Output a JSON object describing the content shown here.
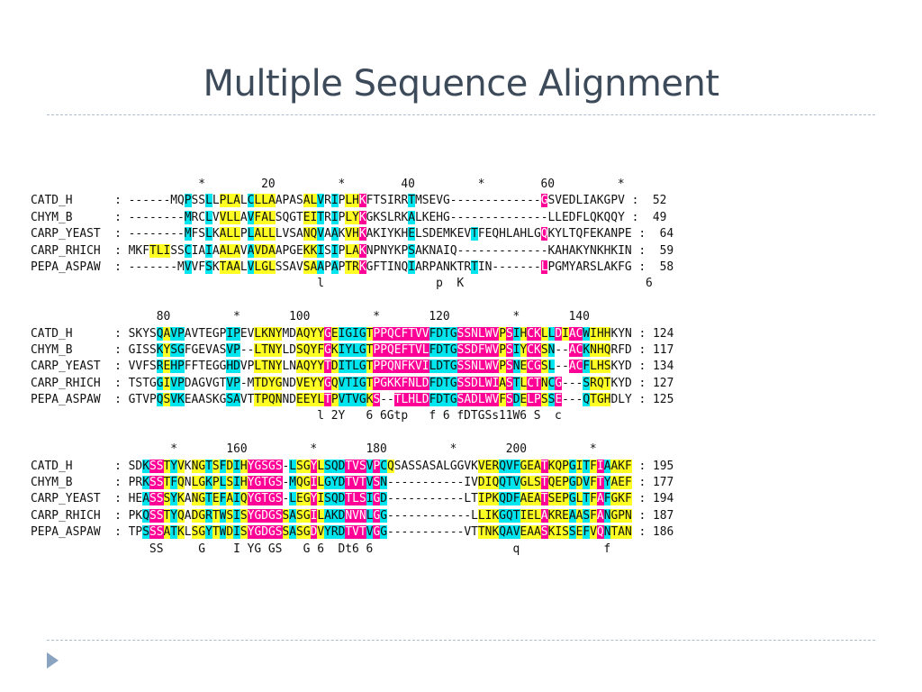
{
  "slide": {
    "title": "Multiple Sequence Alignment"
  },
  "colors": {
    "magenta": "#ff0096",
    "cyan": "#00e5ee",
    "yellow": "#ffff24"
  },
  "blocks": [
    {
      "ruler": "                        *        20         *        40         *        60         *",
      "rows": [
        {
          "label": "CATD_H     ",
          "sep": " : ",
          "seq": "------MQPSSLLPLALCLLAAPASALVRIPLHKFTSIRRTMSEVG-------------GSVEDLIAKGPV",
          "end": " :  52"
        },
        {
          "label": "CHYM_B     ",
          "sep": " : ",
          "seq": "--------MRCLVVLLAVFALSQGTEITRIPLYKGKSLRKALKEHG--------------LLEDFLQKQQY",
          "end": " :  49"
        },
        {
          "label": "CARP_YEAST ",
          "sep": " : ",
          "seq": "--------MFSLKALLPLALLLVSANQVAAKVHKAKIYKHELSDEMKEVTFEQHLAHLGQKYLTQFEKANPE",
          "end": " :  64"
        },
        {
          "label": "CARP_RHICH ",
          "sep": " : ",
          "seq": "MKFTLISSCIAIAALAVAVDAAPGEKKISIPLAKNPNYKPSAKNAIQ-------------KAHAKYNKHKIN",
          "end": " :  59"
        },
        {
          "label": "PEPA_ASPAW ",
          "sep": " : ",
          "seq": "-------MVVFSKTAALVLGLSSAVSAAPAPTRKGFTINQIARPANKTRTIN-------LPGMYARSLAKFG",
          "end": " :  58"
        }
      ],
      "consensus": "                                         l                p  K                          6"
    },
    {
      "ruler": "                  80         *       100         *       120         *       140",
      "rows": [
        {
          "label": "CATD_H     ",
          "sep": " : ",
          "seq": "SKYSQAVPAVTEGPIPEVLKNYMDAQYYGEIGIGTPPQCFTVVFDTGSSNLWVPSIHCKLLDIACWIHHKYN",
          "end": " : 124"
        },
        {
          "label": "CHYM_B     ",
          "sep": " : ",
          "seq": "GISSKYSGFGEVASVP--LTNYLDSQYFGKIYLGTPPQEFTVLFDTGSSDFWVPSIYCKSN--ACKNHQRFD",
          "end": " : 117"
        },
        {
          "label": "CARP_YEAST ",
          "sep": " : ",
          "seq": "VVFSREHPFFTEGGHDVPLTNYLNAQYYTDITLGTPPQNFKVILDTGSSNLWVPSNECGSL--ACFLHSKYD",
          "end": " : 134"
        },
        {
          "label": "CARP_RHICH ",
          "sep": " : ",
          "seq": "TSTGGIVPDAGVGTVP-MTDYGNDVEYYGQVTIGTPGKKFNLDFDTGSSDLWIASTLCTNCG---SRQTKYD",
          "end": " : 127"
        },
        {
          "label": "PEPA_ASPAW ",
          "sep": " : ",
          "seq": "GTVPQSVKEAASKGSAVTTPQNNDEEYLTPVTVGKS--TLHLDFDTGSADLWVFSDELPSSE---QTGHDLY",
          "end": " : 125"
        }
      ],
      "consensus": "                                         l 2Y   6 6Gtp   f 6 fDTGSs11W6 S  c"
    },
    {
      "ruler": "                    *       160         *       180         *       200         *",
      "rows": [
        {
          "label": "CATD_H     ",
          "sep": " : ",
          "seq": "SDKSSTYVKNGTSFDIHYGSGS-LSGYLSQDTVSVPCQSASSASALGGVKVERQVFGEATKQPGITFIAAKF",
          "end": " : 195"
        },
        {
          "label": "CHYM_B     ",
          "sep": " : ",
          "seq": "PRKSSTFQNLGKPLSIHYGTGS-MQGILGYDTVTVSN-----------IVDIQQTVGLSTQEPGDVFTYAEF",
          "end": " : 177"
        },
        {
          "label": "CARP_YEAST ",
          "sep": " : ",
          "seq": "HEASSSYKANGTEFAIQYGTGS-LEGYISQDTLSIGD-----------LTIPKQDFAEATSEPGLTFAFGKF",
          "end": " : 194"
        },
        {
          "label": "CARP_RHICH ",
          "sep": " : ",
          "seq": "PKQSSTYQADGRTWSISYGDGSSASGILAKDNVNLGG------------LLIKGQTIELAKREAASFANGPN",
          "end": " : 187"
        },
        {
          "label": "PEPA_ASPAW ",
          "sep": " : ",
          "seq": "TPSSSATKLSGYTWDISYGDGSSASGDVYRDTVTVGG-----------VTTNKQAVEAASKISSEFVQNTAN",
          "end": " : 186"
        }
      ],
      "consensus": "                 SS     G    I YG GS   G 6  Dt6 6                    q            f"
    }
  ]
}
